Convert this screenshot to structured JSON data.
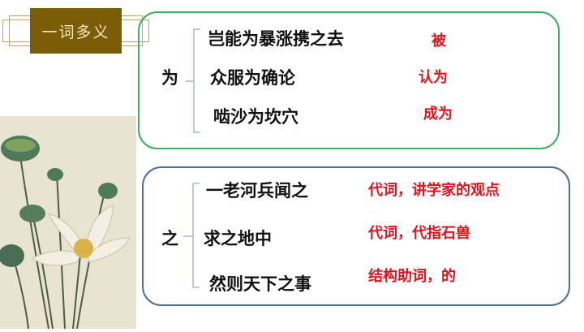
{
  "title": "一词多义",
  "groups": [
    {
      "char": "为",
      "examples": [
        {
          "text": "岂能为暴涨携之去",
          "meaning": "被"
        },
        {
          "text": "众服为确论",
          "meaning": "认为"
        },
        {
          "text": "啮沙为坎穴",
          "meaning": "成为"
        }
      ]
    },
    {
      "char": "之",
      "examples": [
        {
          "text": "一老河兵闻之",
          "meaning": "代词，讲学家的观点"
        },
        {
          "text": "求之地中",
          "meaning": "代词，代指石兽"
        },
        {
          "text": "然则天下之事",
          "meaning": "结构助词，的"
        }
      ]
    }
  ],
  "colors": {
    "title_bg": "#7b5c07",
    "box1_border": "#3fae5c",
    "box2_border": "#4f6d9c",
    "meaning": "#e8101a"
  }
}
